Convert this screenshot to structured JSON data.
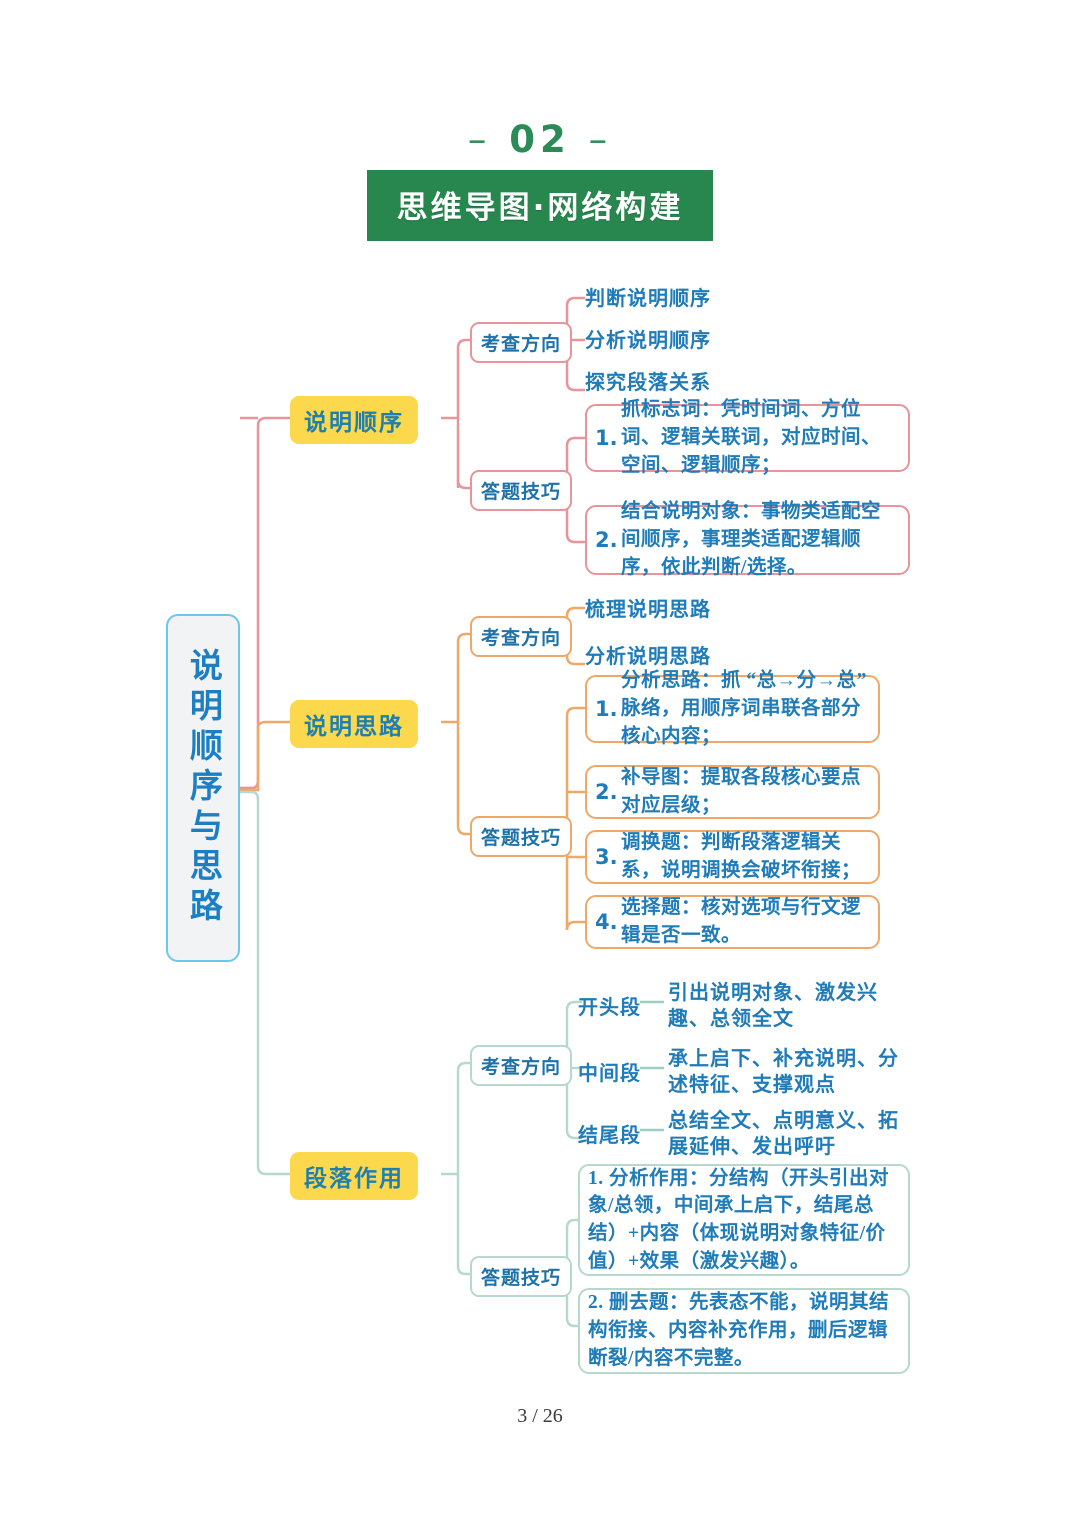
{
  "header": {
    "number": "02",
    "dash_left": "–",
    "dash_right": "–",
    "banner_title": "思维导图·网络构建"
  },
  "colors": {
    "banner_green": "#28874e",
    "banner_corner": "#f2b824",
    "pill_yellow": "#fbd84c",
    "text_blue": "#1f7cb8",
    "root_border": "#6ec6ea",
    "branch1_line": "#e8949a",
    "branch2_line": "#f0a868",
    "branch3_line": "#b6d9cc"
  },
  "root": {
    "label": "说明顺序与思路"
  },
  "labels": {
    "direction": "考查方向",
    "technique": "答题技巧"
  },
  "branches": [
    {
      "title": "说明顺序",
      "direction_items": [
        "判断说明顺序",
        "分析说明顺序",
        "探究段落关系"
      ],
      "technique_items": [
        {
          "num": "1.",
          "text": "抓标志词：凭时间词、方位词、逻辑关联词，对应时间、空间、逻辑顺序；"
        },
        {
          "num": "2.",
          "text": "结合说明对象：事物类适配空间顺序，事理类适配逻辑顺序，依此判断/选择。"
        }
      ]
    },
    {
      "title": "说明思路",
      "direction_items": [
        "梳理说明思路",
        "分析说明思路"
      ],
      "technique_items": [
        {
          "num": "1.",
          "text": "分析思路：抓 “总→分→总” 脉络，用顺序词串联各部分核心内容；"
        },
        {
          "num": "2.",
          "text": "补导图：提取各段核心要点对应层级；"
        },
        {
          "num": "3.",
          "text": "调换题：判断段落逻辑关系，说明调换会破坏衔接；"
        },
        {
          "num": "4.",
          "text": "选择题：核对选项与行文逻辑是否一致。"
        }
      ]
    },
    {
      "title": "段落作用",
      "direction_pairs": [
        {
          "label": "开头段",
          "text": "引出说明对象、激发兴趣、总领全文"
        },
        {
          "label": "中间段",
          "text": "承上启下、补充说明、分述特征、支撑观点"
        },
        {
          "label": "结尾段",
          "text": "总结全文、点明意义、拓展延伸、发出呼吁"
        }
      ],
      "technique_items": [
        {
          "num": "",
          "text": "1. 分析作用：分结构（开头引出对象/总领，中间承上启下，结尾总结）+内容（体现说明对象特征/价值）+效果（激发兴趣）。"
        },
        {
          "num": "",
          "text": "2. 删去题：先表态不能，说明其结构衔接、内容补充作用，删后逻辑断裂/内容不完整。"
        }
      ]
    }
  ],
  "footer": {
    "page": "3 / 26"
  }
}
